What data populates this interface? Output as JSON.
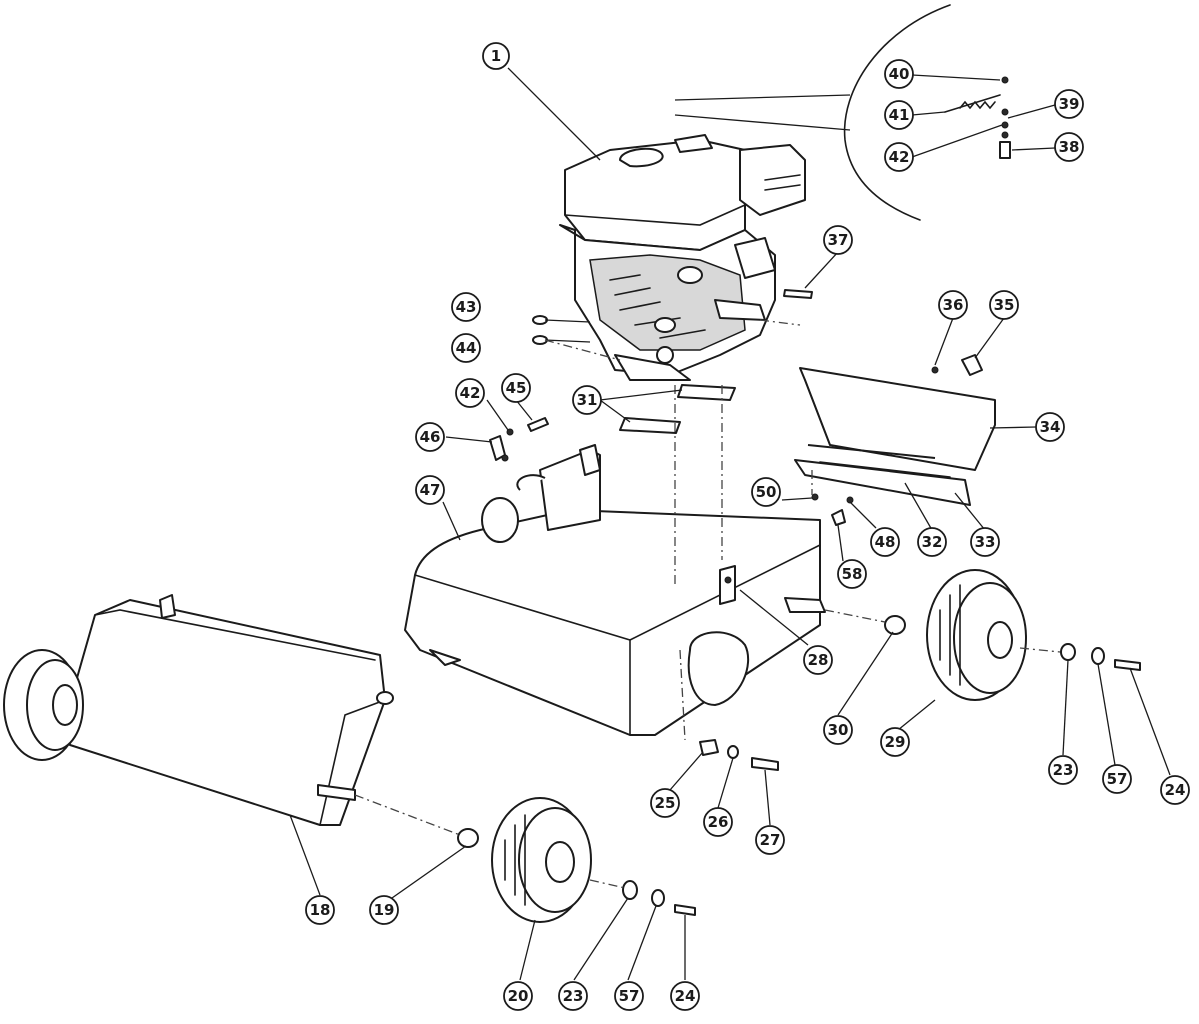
{
  "diagram": {
    "type": "exploded-parts-diagram",
    "callouts": [
      "1",
      "40",
      "41",
      "39",
      "42",
      "38",
      "37",
      "43",
      "44",
      "36",
      "35",
      "42",
      "45",
      "31",
      "46",
      "34",
      "47",
      "50",
      "48",
      "32",
      "33",
      "58",
      "28",
      "30",
      "29",
      "23",
      "57",
      "24",
      "25",
      "26",
      "27",
      "18",
      "19",
      "20",
      "23",
      "57",
      "24"
    ]
  },
  "colors": {
    "line": "#1b1b1b",
    "background": "#ffffff",
    "shade": "#d8d8d8"
  }
}
